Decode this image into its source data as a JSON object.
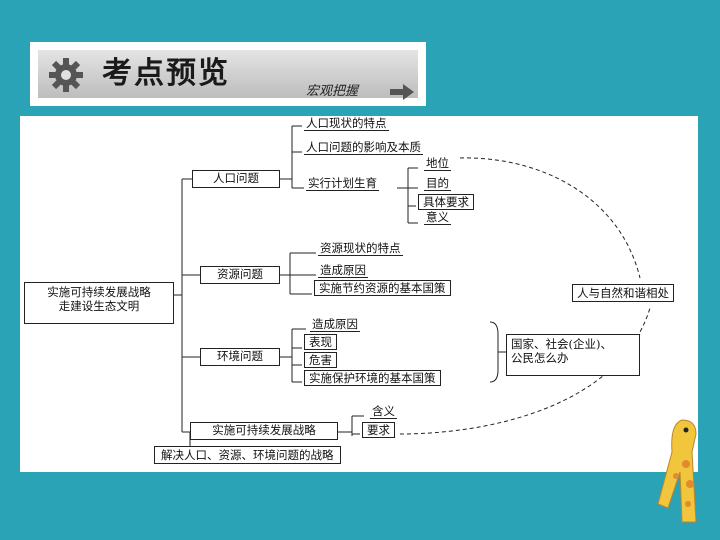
{
  "header": {
    "title": "考点预览",
    "subtitle": "宏观把握",
    "icons": [
      "gear-icon",
      "arrow-right-icon"
    ]
  },
  "mindmap": {
    "root": "实施可持续发展战略\n走建设生态文明",
    "population": {
      "label": "人口问题",
      "items": [
        "人口现状的特点",
        "人口问题的影响及本质",
        "实行计划生育"
      ],
      "family_planning": [
        "地位",
        "目的",
        "具体要求",
        "意义"
      ]
    },
    "resources": {
      "label": "资源问题",
      "items": [
        "资源现状的特点",
        "造成原因",
        "实施节约资源的基本国策"
      ]
    },
    "environment": {
      "label": "环境问题",
      "items": [
        "造成原因",
        "表现",
        "危害",
        "实施保护环境的基本国策"
      ]
    },
    "strategy": {
      "label": "实施可持续发展战略",
      "items": [
        "含义",
        "要求"
      ]
    },
    "solution": "解决人口、资源、环境问题的战略",
    "harmony": "人与自然和谐相处",
    "actors": "国家、社会(企业)、\n公民怎么办"
  }
}
